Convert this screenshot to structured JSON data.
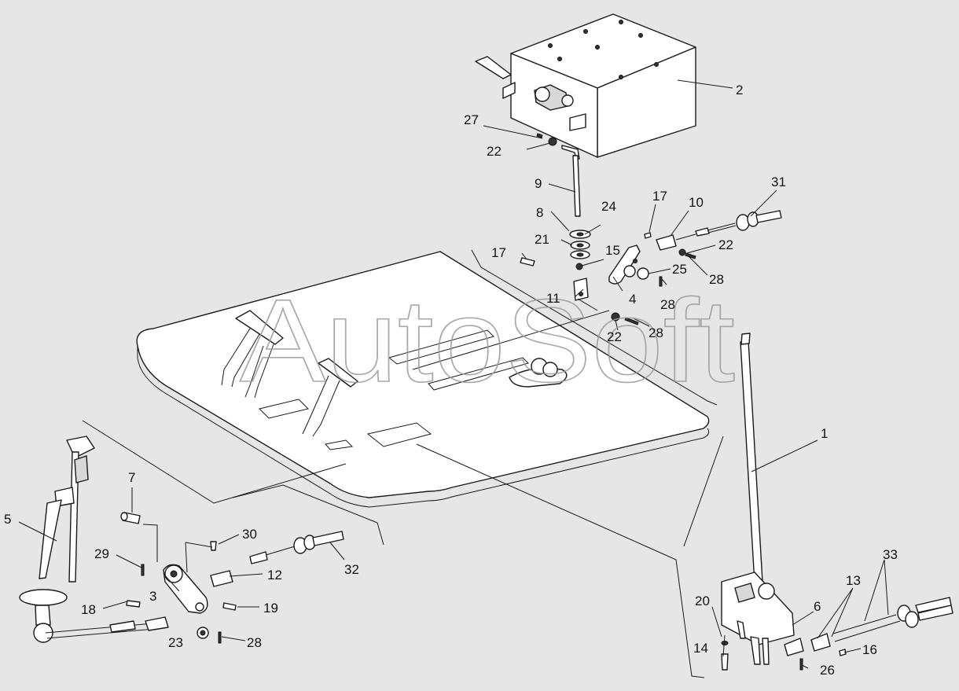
{
  "watermark": "AutoSoft",
  "callouts": {
    "c1": "1",
    "c2": "2",
    "c3": "3",
    "c4": "4",
    "c5": "5",
    "c6": "6",
    "c7": "7",
    "c8": "8",
    "c9": "9",
    "c10": "10",
    "c11": "11",
    "c12": "12",
    "c13": "13",
    "c14": "14",
    "c15": "15",
    "c16": "16",
    "c17a": "17",
    "c17b": "17",
    "c18": "18",
    "c19": "19",
    "c20": "20",
    "c21": "21",
    "c22a": "22",
    "c22b": "22",
    "c22c": "22",
    "c23": "23",
    "c24": "24",
    "c25": "25",
    "c26": "26",
    "c27": "27",
    "c28a": "28",
    "c28b": "28",
    "c28c": "28",
    "c28d": "28",
    "c29": "29",
    "c30": "30",
    "c31": "31",
    "c32": "32",
    "c33": "33"
  }
}
